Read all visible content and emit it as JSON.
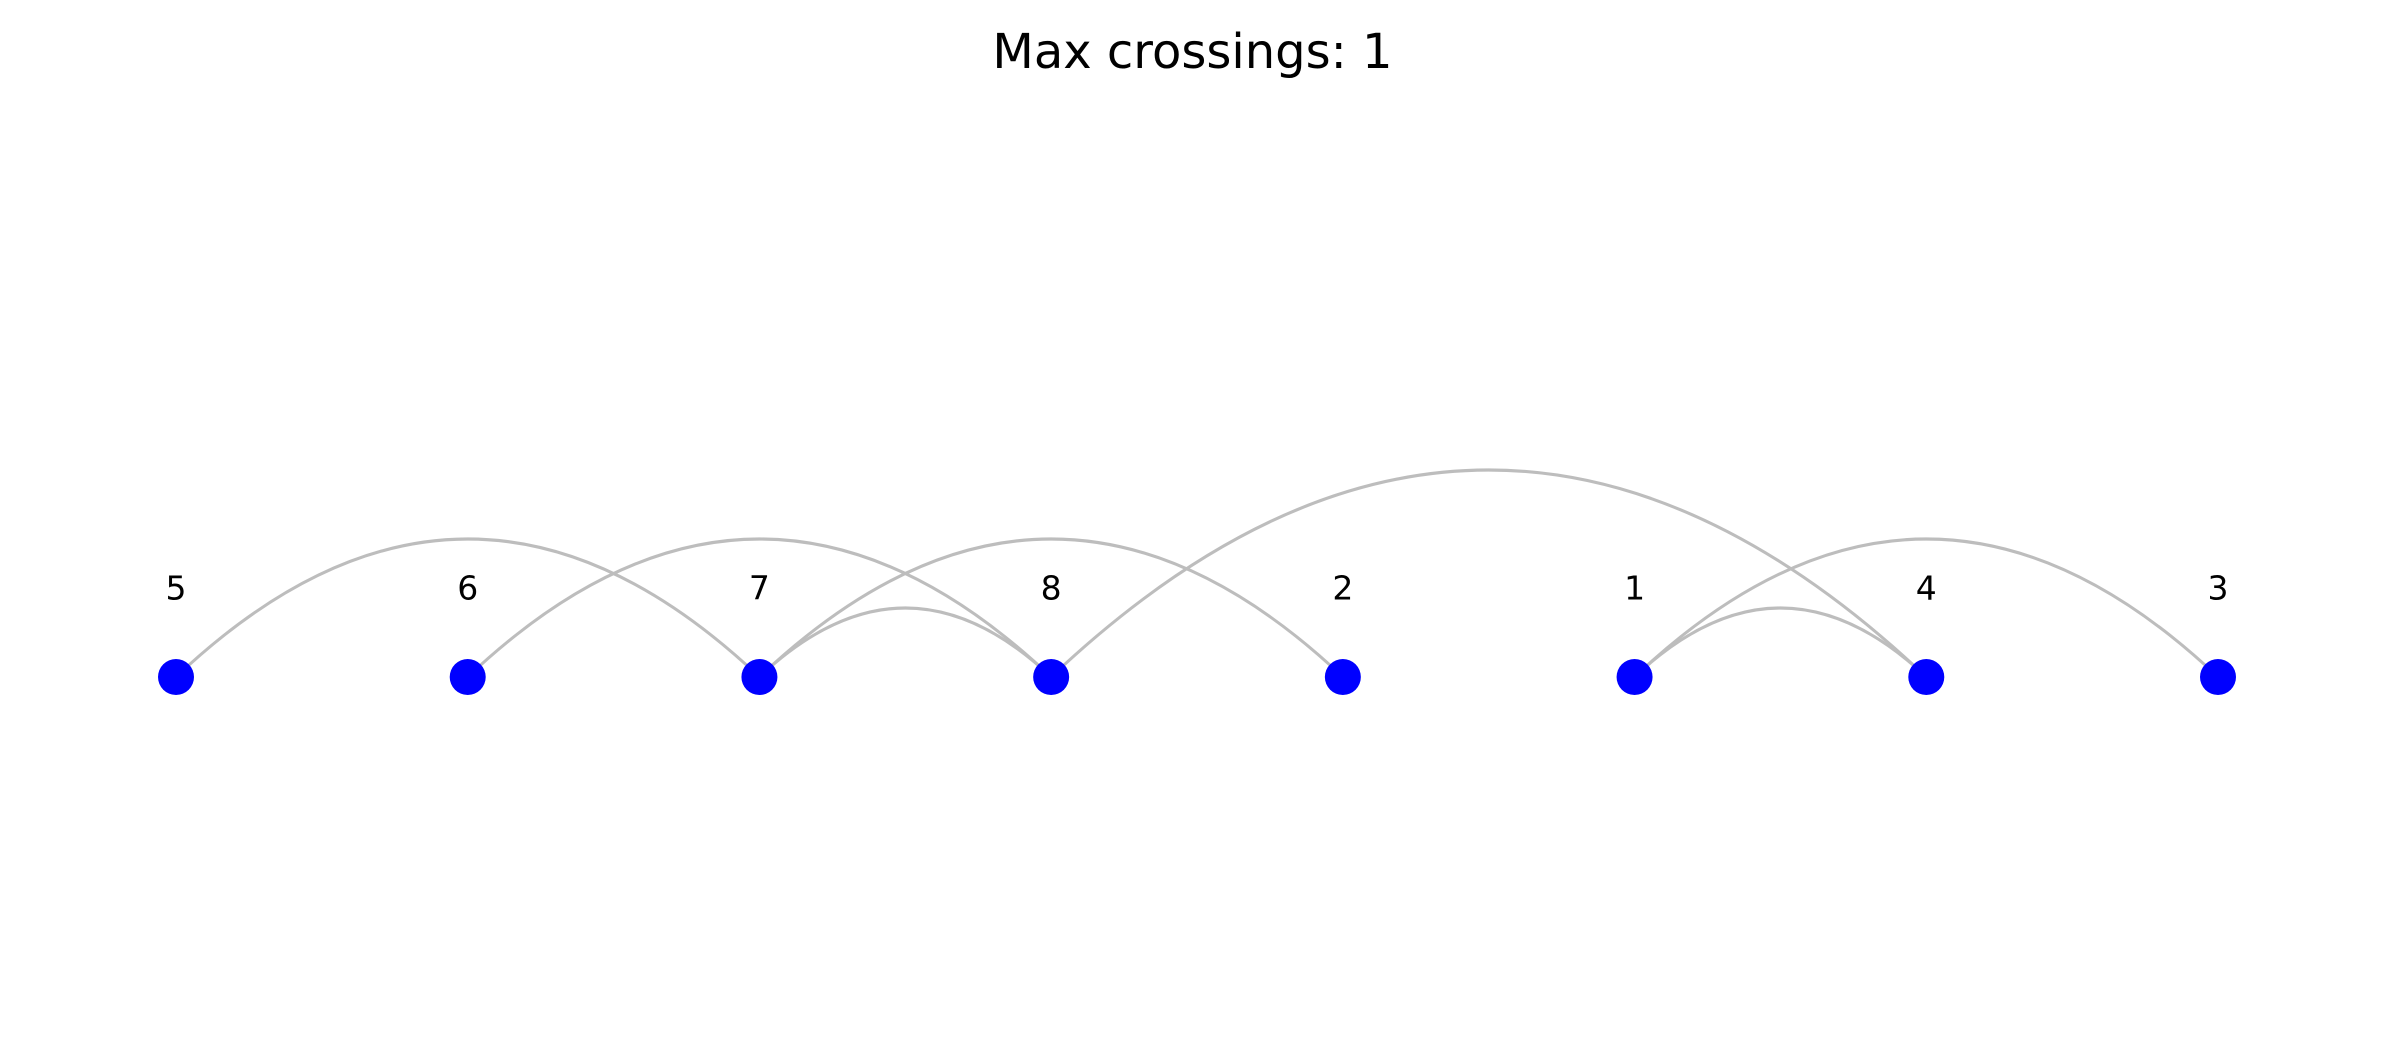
{
  "title": "Max crossings: 1",
  "colors": {
    "node": "#0000ff",
    "edge": "#bdbdbd",
    "label": "#000000",
    "background": "#ffffff"
  },
  "nodes": [
    "5",
    "6",
    "7",
    "8",
    "2",
    "1",
    "4",
    "3"
  ],
  "edges": [
    [
      "5",
      "7"
    ],
    [
      "6",
      "8"
    ],
    [
      "7",
      "8"
    ],
    [
      "7",
      "2"
    ],
    [
      "8",
      "4"
    ],
    [
      "1",
      "4"
    ],
    [
      "1",
      "3"
    ]
  ]
}
